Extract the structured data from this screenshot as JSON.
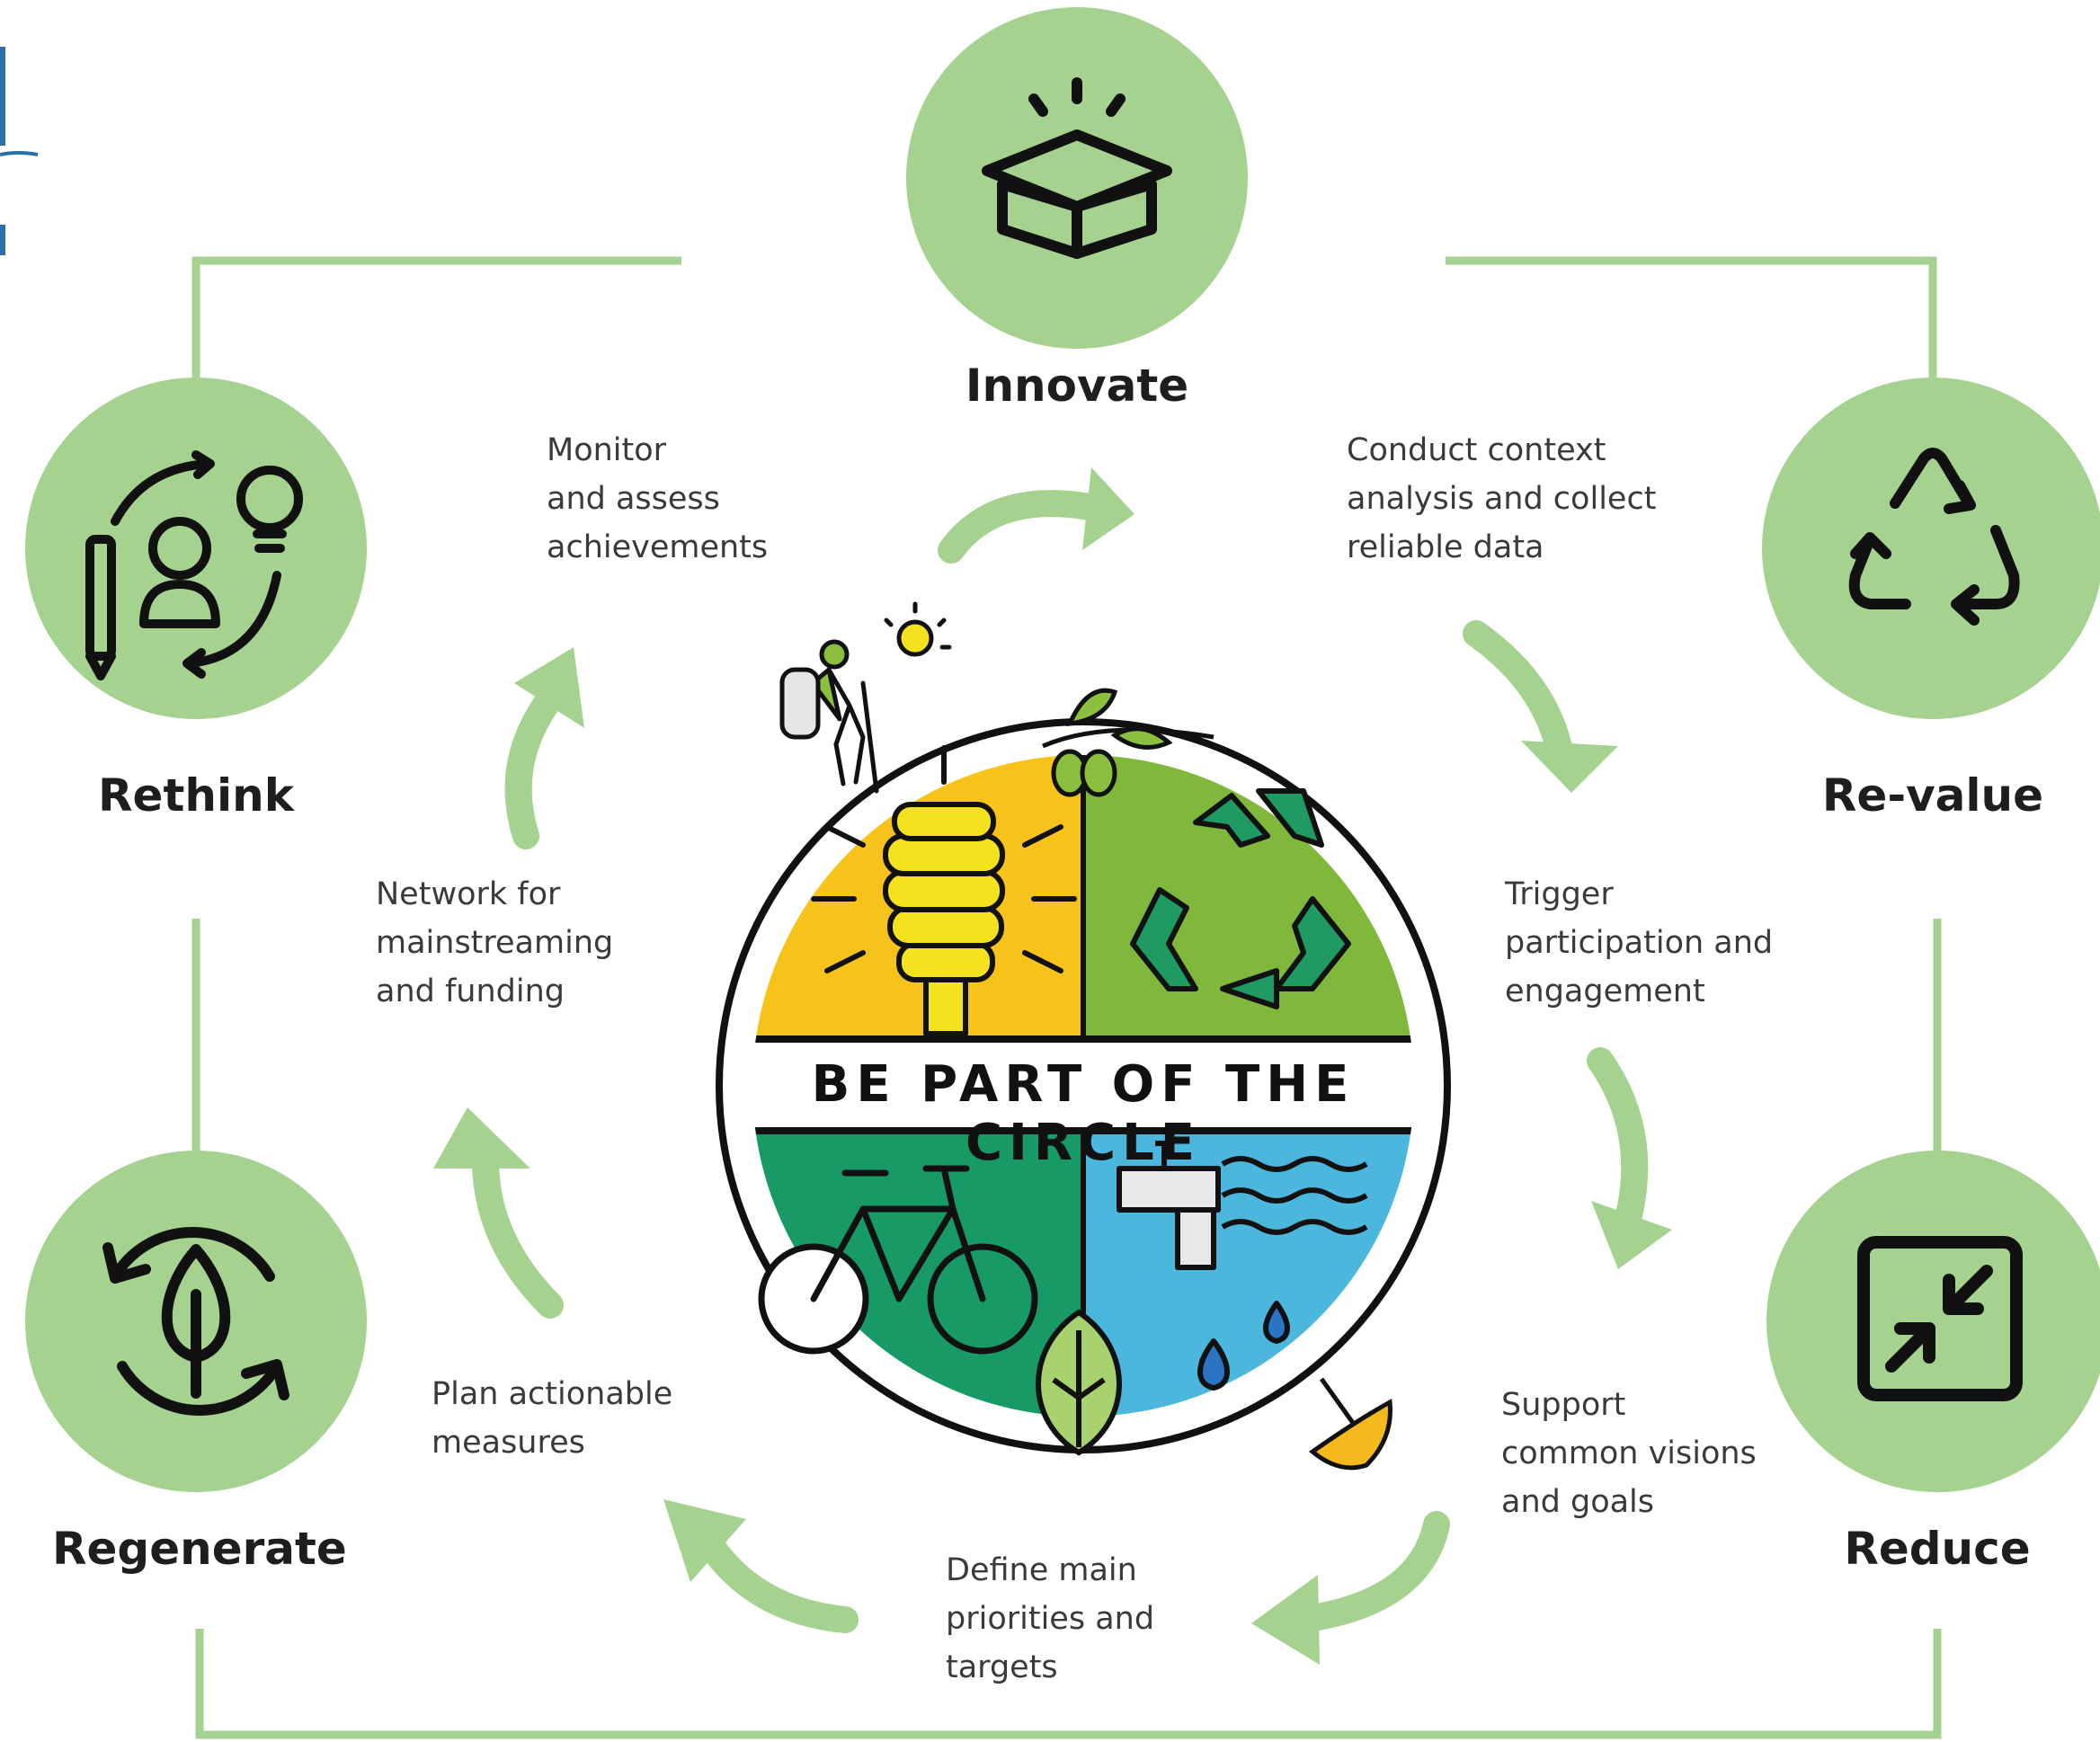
{
  "colors": {
    "circle_green": "#a5d28e",
    "connector_green": "#a5d28e",
    "icon_black": "#111111",
    "quadrant_yellow": "#f7c31b",
    "quadrant_lime": "#7fb83a",
    "quadrant_green": "#189a66",
    "quadrant_blue": "#4cb7dc",
    "corner_blue": "#2b6ea8"
  },
  "principles": {
    "innovate": {
      "label": "Innovate",
      "icon": "open-box-icon"
    },
    "revalue": {
      "label": "Re-value",
      "icon": "recycle-arrows-icon"
    },
    "reduce": {
      "label": "Reduce",
      "icon": "compress-arrows-icon"
    },
    "regenerate": {
      "label": "Regenerate",
      "icon": "leaf-cycle-icon"
    },
    "rethink": {
      "label": "Rethink",
      "icon": "rethink-person-bulb-icon"
    }
  },
  "steps": {
    "conduct": [
      "Conduct context",
      "analysis and collect",
      "reliable data"
    ],
    "trigger": [
      "Trigger",
      "participation and",
      "engagement"
    ],
    "support": [
      "Support",
      "common visions",
      "and goals"
    ],
    "define": [
      "Define main",
      "priorities and",
      "targets"
    ],
    "plan": [
      "Plan actionable",
      "measures"
    ],
    "network": [
      "Network for",
      "mainstreaming",
      "and funding"
    ],
    "monitor": [
      "Monitor",
      "and assess",
      "achievements"
    ]
  },
  "center": {
    "banner": "BE PART OF THE CIRCLE",
    "quadrants": [
      "energy-bulb-icon",
      "recycle-icon",
      "bicycle-icon",
      "water-tap-icon"
    ]
  }
}
